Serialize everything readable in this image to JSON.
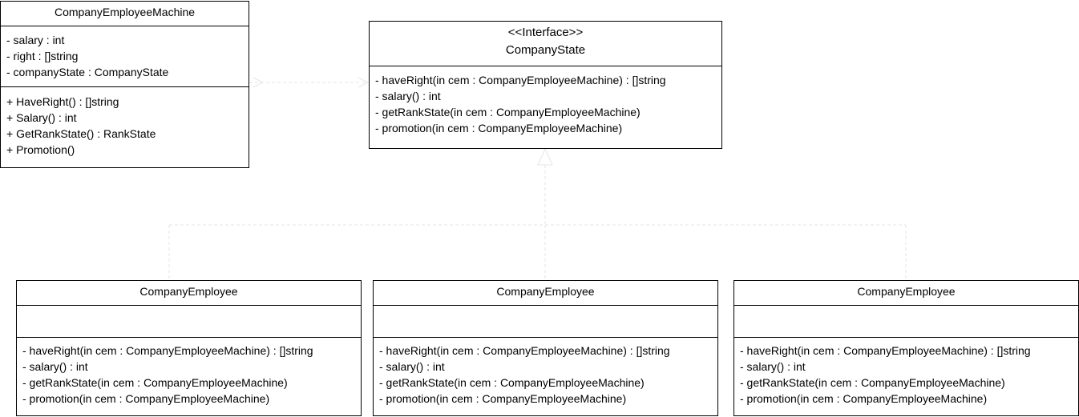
{
  "machine": {
    "name": "CompanyEmployeeMachine",
    "attributes": [
      "- salary : int",
      "- right : []string",
      "- companyState : CompanyState"
    ],
    "operations": [
      "+ HaveRight() : []string",
      "+ Salary() : int",
      "+ GetRankState() : RankState",
      "+ Promotion()"
    ]
  },
  "interface": {
    "stereotype": "<<Interface>>",
    "name": "CompanyState",
    "operations": [
      "- haveRight(in cem : CompanyEmployeeMachine) : []string",
      "- salary() : int",
      "- getRankState(in cem : CompanyEmployeeMachine)",
      "- promotion(in cem : CompanyEmployeeMachine)"
    ]
  },
  "employees": [
    {
      "name": "CompanyEmployee",
      "operations": [
        "- haveRight(in cem : CompanyEmployeeMachine) : []string",
        "- salary() : int",
        "- getRankState(in cem : CompanyEmployeeMachine)",
        "- promotion(in cem : CompanyEmployeeMachine)"
      ]
    },
    {
      "name": "CompanyEmployee",
      "operations": [
        "- haveRight(in cem : CompanyEmployeeMachine) : []string",
        "- salary() : int",
        "- getRankState(in cem : CompanyEmployeeMachine)",
        "- promotion(in cem : CompanyEmployeeMachine)"
      ]
    },
    {
      "name": "CompanyEmployee",
      "operations": [
        "- haveRight(in cem : CompanyEmployeeMachine) : []string",
        "- salary() : int",
        "- getRankState(in cem : CompanyEmployeeMachine)",
        "- promotion(in cem : CompanyEmployeeMachine)"
      ]
    }
  ],
  "colors": {
    "border": "#000000",
    "connector": "#e6e6e6",
    "background": "#ffffff"
  }
}
